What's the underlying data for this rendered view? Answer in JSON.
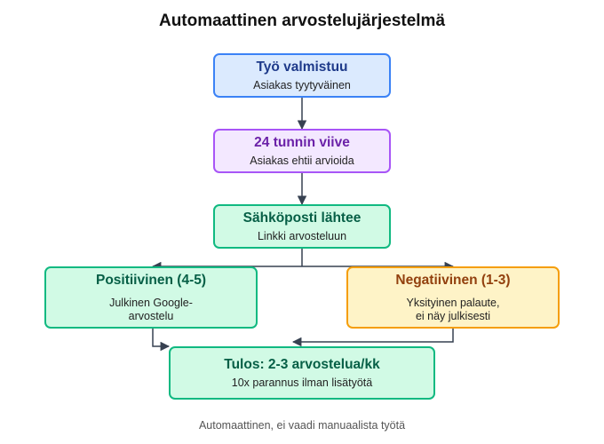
{
  "title": "Automaattinen arvostelujärjestelmä",
  "footer": "Automaattinen, ei vaadi manuaalista työtä",
  "nodes": {
    "work_done": {
      "title": "Työ valmistuu",
      "subtitle": "Asiakas tyytyväinen",
      "fill": "#dbeafe",
      "border": "#3b82f6",
      "text": "#1e3a8a"
    },
    "delay": {
      "title": "24 tunnin viive",
      "subtitle": "Asiakas ehtii arvioida",
      "fill": "#f3e8ff",
      "border": "#a855f7",
      "text": "#6b21a8"
    },
    "email": {
      "title": "Sähköposti lähtee",
      "subtitle": "Linkki arvosteluun",
      "fill": "#d1fae5",
      "border": "#10b981",
      "text": "#065f46"
    },
    "positive": {
      "title": "Positiivinen (4-5)",
      "subtitle": "Julkinen Google-\narvostelu",
      "fill": "#d1fae5",
      "border": "#10b981",
      "text": "#065f46"
    },
    "negative": {
      "title": "Negatiivinen (1-3)",
      "subtitle": "Yksityinen palaute,\nei näy julkisesti",
      "fill": "#fef3c7",
      "border": "#f59e0b",
      "text": "#92400e"
    },
    "result": {
      "title": "Tulos: 2-3 arvostelua/kk",
      "subtitle": "10x parannus ilman lisätyötä",
      "fill": "#d1fae5",
      "border": "#10b981",
      "text": "#065f46"
    }
  },
  "connector_color": "#374151"
}
